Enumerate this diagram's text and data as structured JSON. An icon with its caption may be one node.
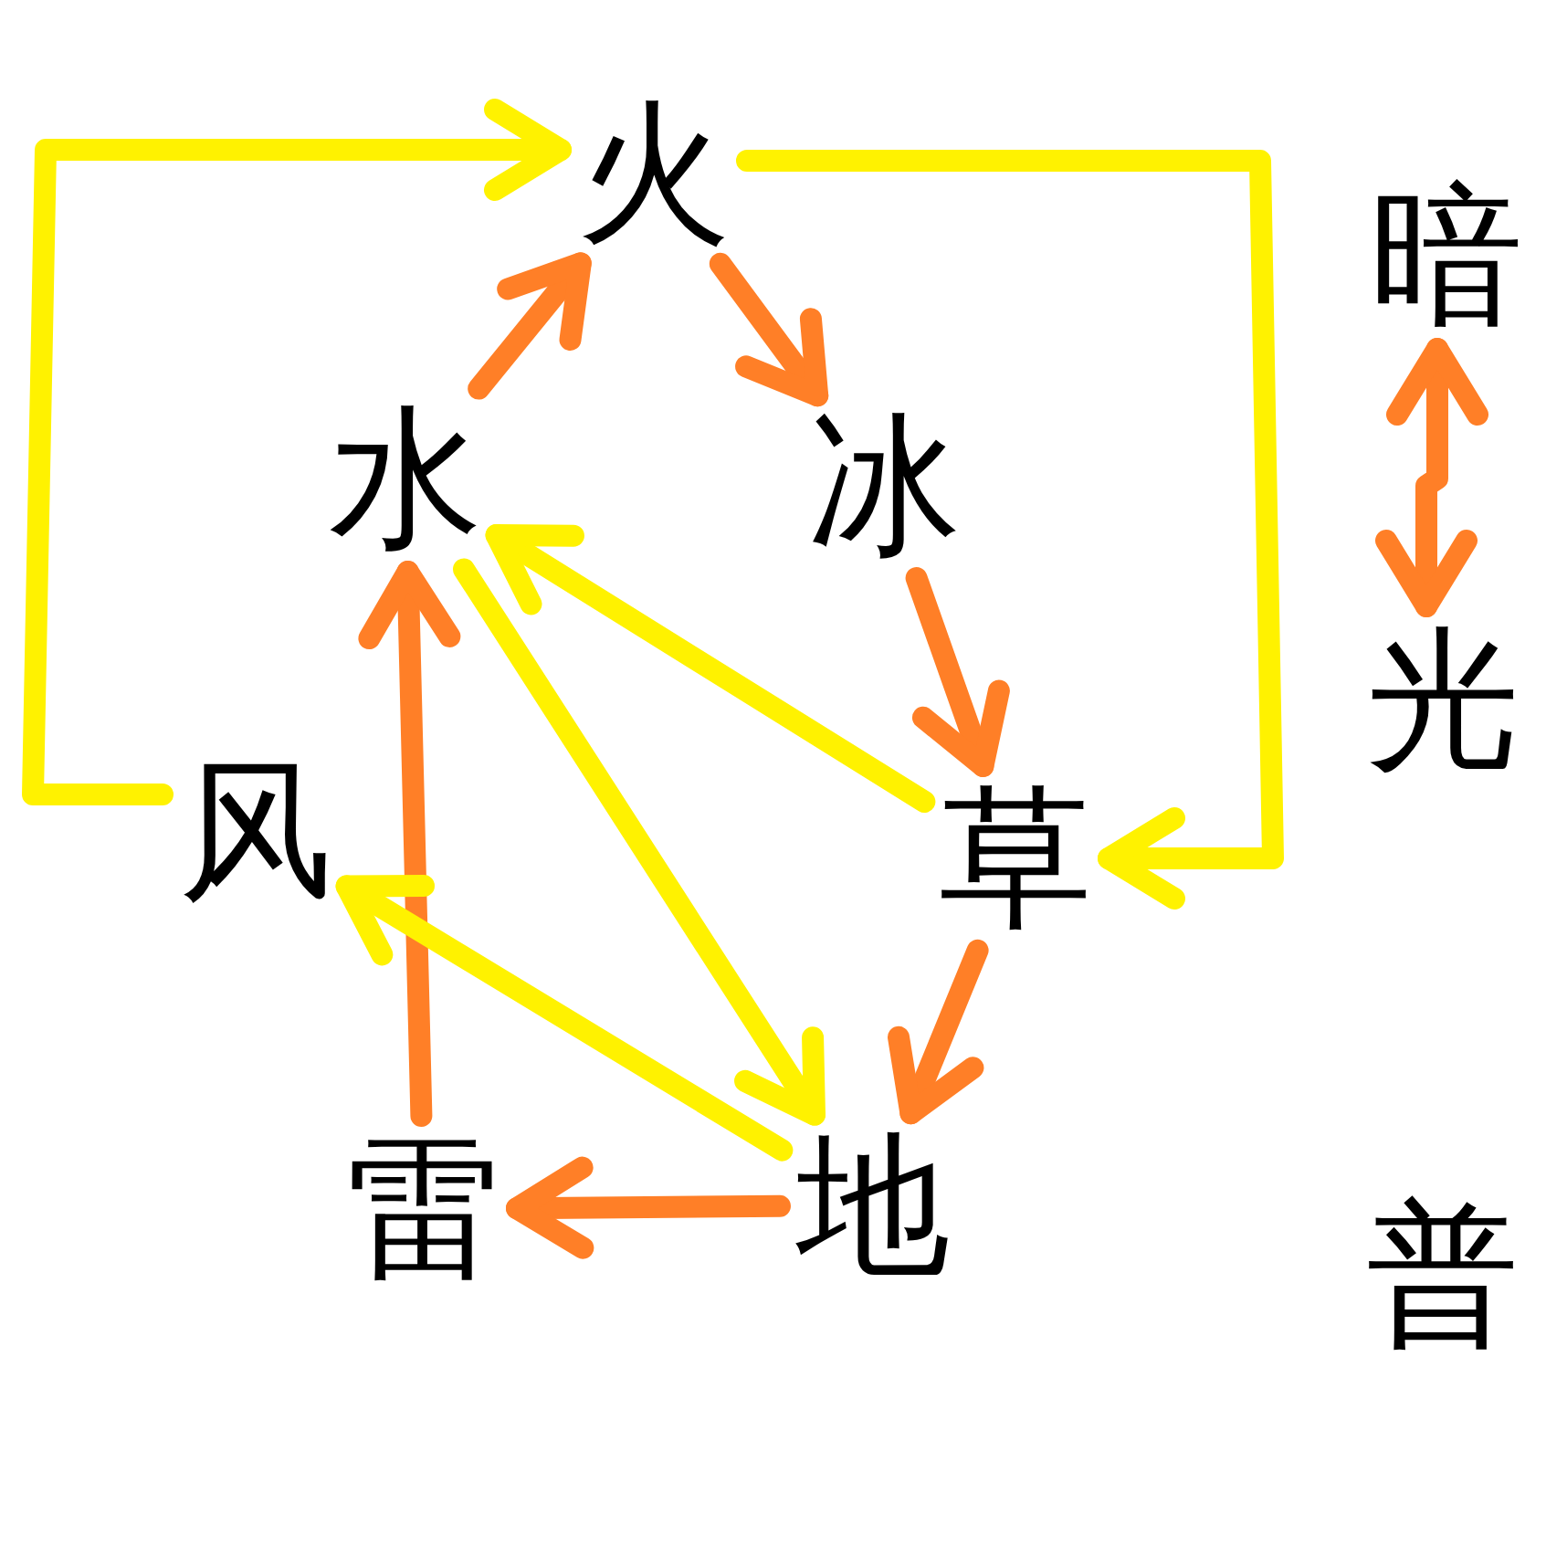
{
  "diagram": {
    "nodes": [
      {
        "text": [
          "火"
        ]
      },
      {
        "text": [
          "水"
        ]
      },
      {
        "text": [
          "冰"
        ]
      },
      {
        "text": [
          "风"
        ]
      },
      {
        "text": [
          "草"
        ]
      },
      {
        "text": [
          "雷"
        ]
      },
      {
        "text": [
          "地"
        ]
      },
      {
        "text": [
          "暗"
        ]
      },
      {
        "text": [
          "光"
        ]
      }
    ],
    "edges": [
      {
        "from": 1,
        "to": 0,
        "arrow": "to"
      },
      {
        "from": 0,
        "to": 2,
        "arrow": "to"
      },
      {
        "from": 2,
        "to": 4,
        "arrow": "to"
      },
      {
        "from": 4,
        "to": 6,
        "arrow": "to"
      },
      {
        "from": 6,
        "to": 5,
        "arrow": "to"
      },
      {
        "from": 5,
        "to": 1,
        "arrow": "to"
      },
      {
        "from": 7,
        "to": 8,
        "arrow": "both"
      },
      {
        "from": 3,
        "to": 0,
        "arrow": "to",
        "color": "#fff200"
      },
      {
        "from": 0,
        "to": 4,
        "arrow": "to",
        "color": "#fff200"
      },
      {
        "from": 4,
        "to": 1,
        "arrow": "to",
        "color": "#fff200"
      },
      {
        "from": 1,
        "to": 6,
        "arrow": "to",
        "color": "#fff200"
      },
      {
        "from": 6,
        "to": 3,
        "arrow": "to",
        "color": "#fff200"
      }
    ],
    "labels": [
      "普"
    ]
  }
}
